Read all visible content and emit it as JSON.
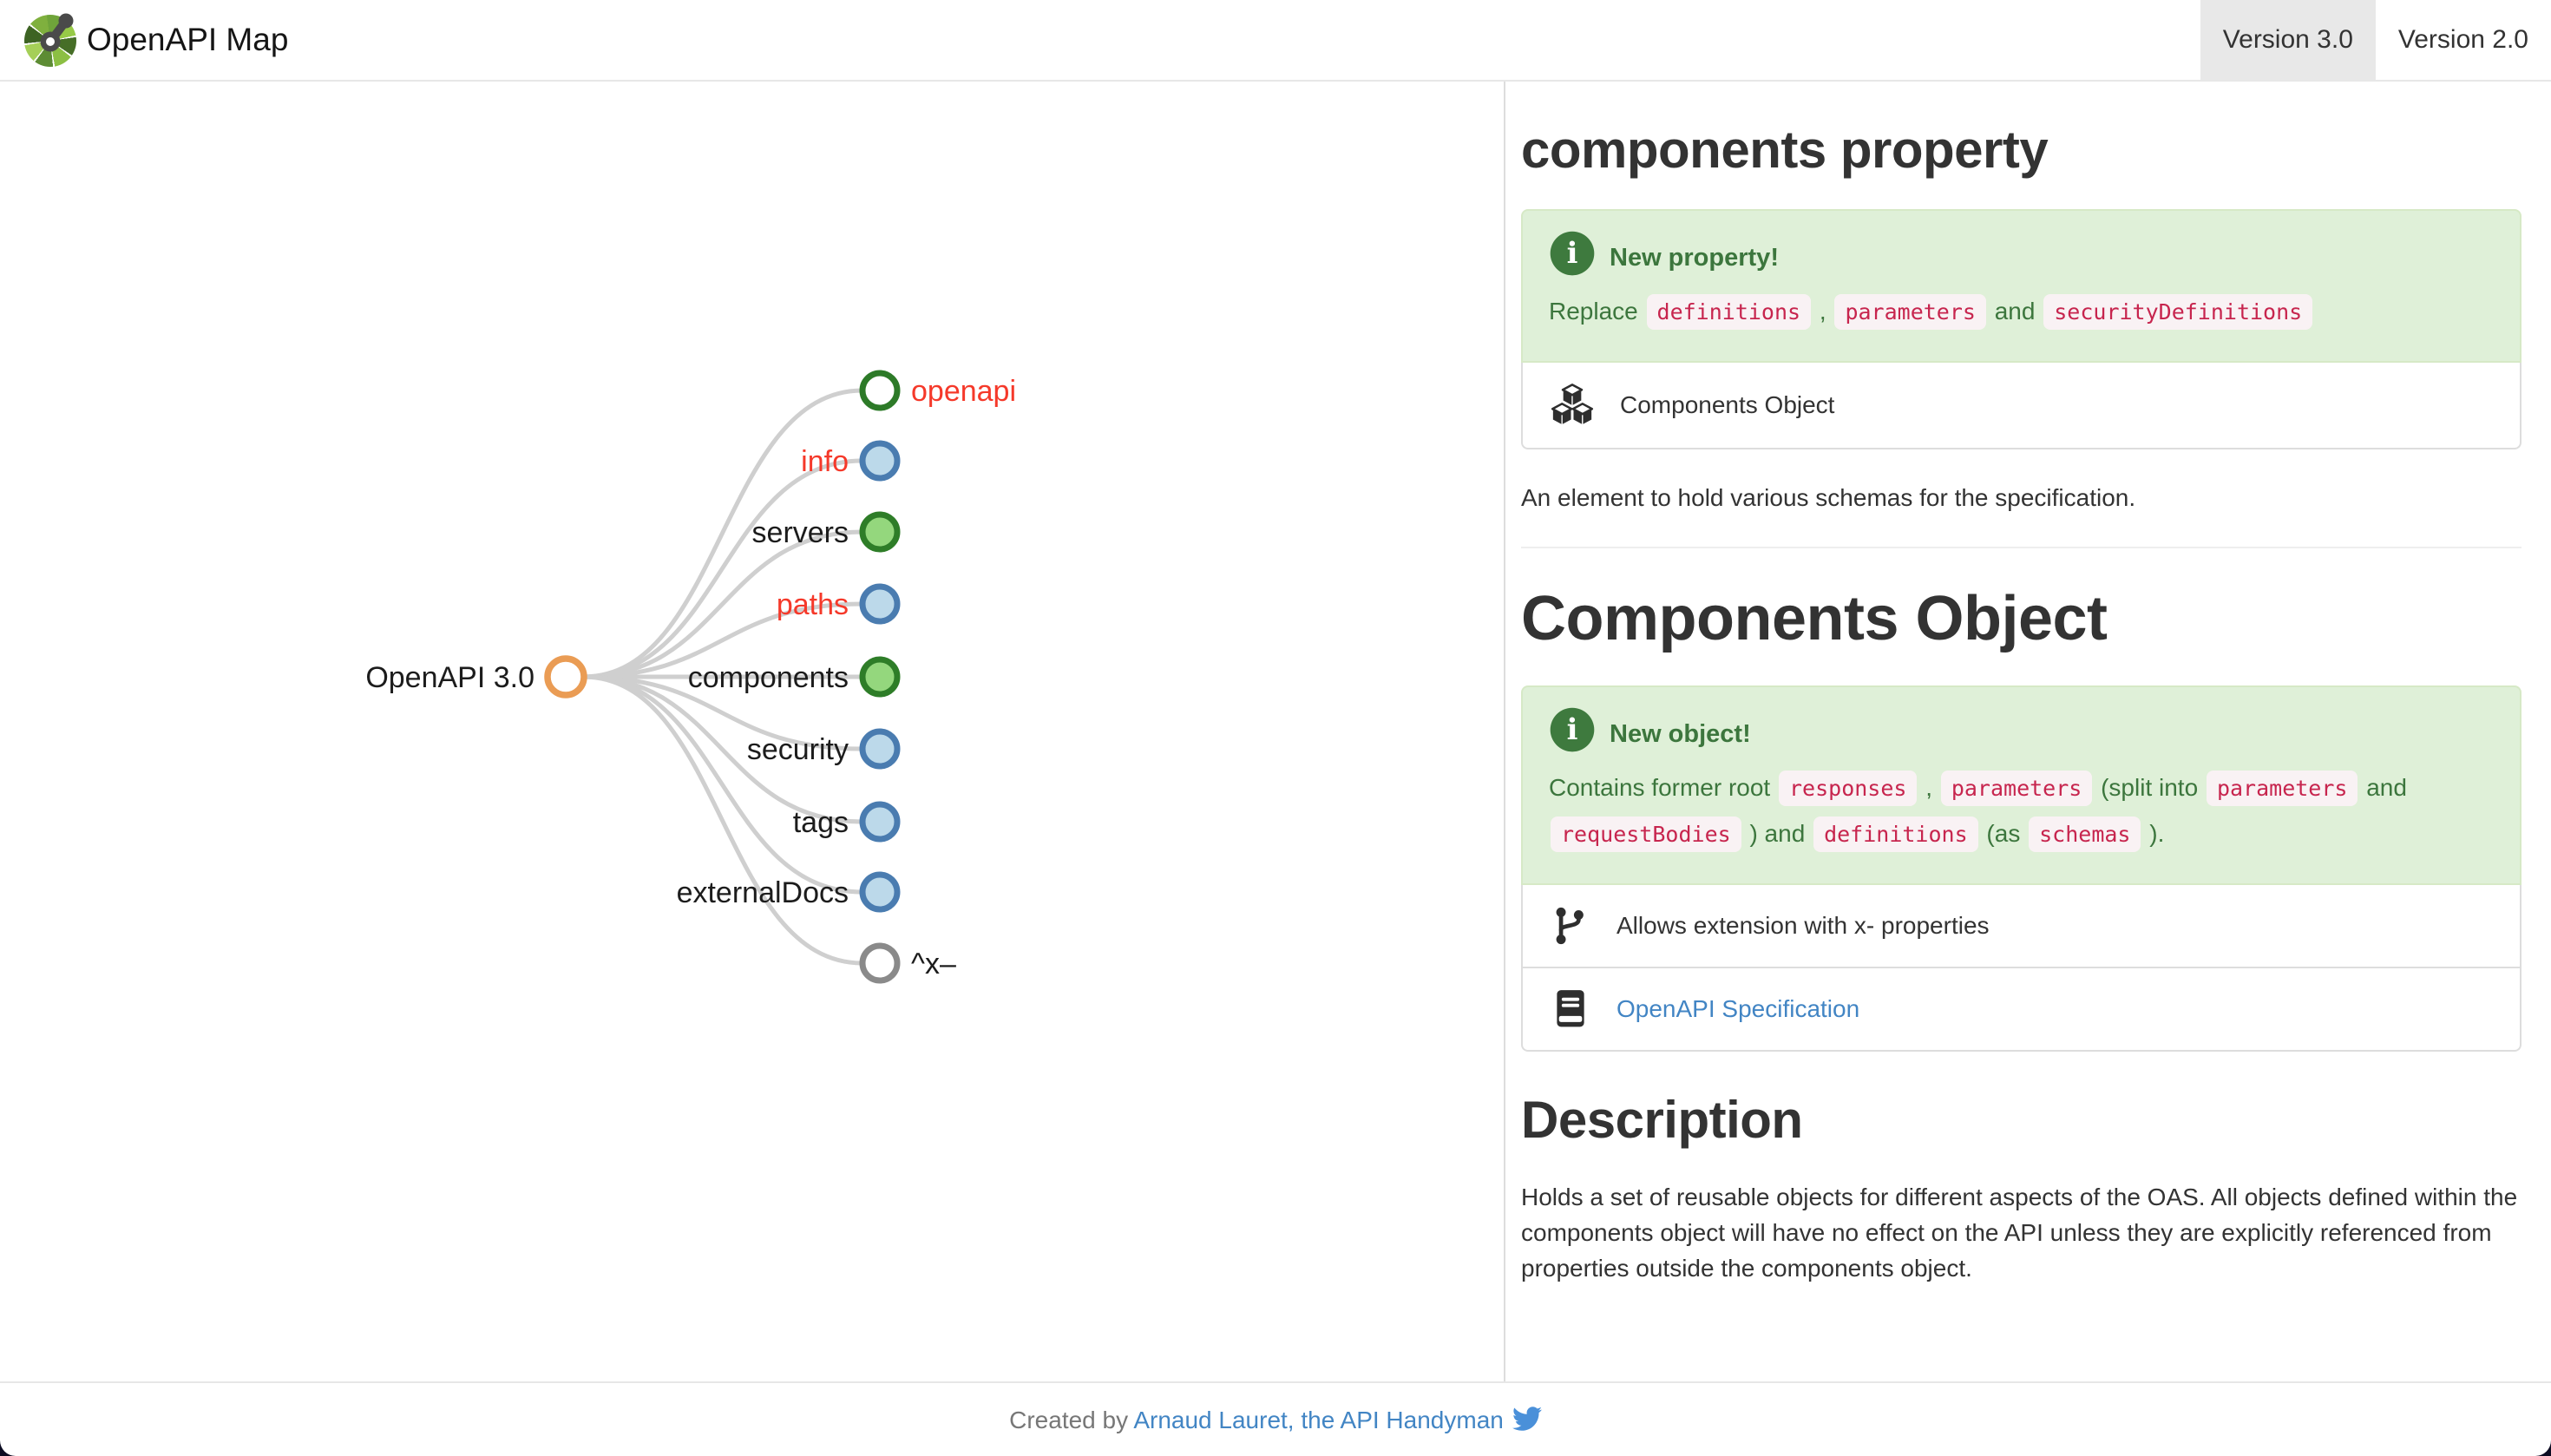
{
  "header": {
    "brand": "OpenAPI Map",
    "tabs": [
      {
        "label": "Version 3.0",
        "active": true
      },
      {
        "label": "Version 2.0",
        "active": false
      }
    ]
  },
  "map": {
    "root": {
      "label": "OpenAPI 3.0",
      "fill": "#ffffff",
      "stroke": "#ea9c54",
      "label_color": "#1c1c1c"
    },
    "nodes": [
      {
        "label": "openapi",
        "required": true,
        "side": "right",
        "fill": "#ffffff",
        "stroke": "#2d7a28",
        "label_color": "#f5392a"
      },
      {
        "label": "info",
        "required": true,
        "side": "left",
        "fill": "#bcd9ea",
        "stroke": "#4a7cb0",
        "label_color": "#f5392a"
      },
      {
        "label": "servers",
        "required": false,
        "side": "left",
        "fill": "#94d77d",
        "stroke": "#2e7d28",
        "label_color": "#1c1c1c"
      },
      {
        "label": "paths",
        "required": true,
        "side": "left",
        "fill": "#bcd9ea",
        "stroke": "#4a7cb0",
        "label_color": "#f5392a"
      },
      {
        "label": "components",
        "required": false,
        "side": "left",
        "fill": "#94d77d",
        "stroke": "#2e7d28",
        "label_color": "#1c1c1c"
      },
      {
        "label": "security",
        "required": false,
        "side": "left",
        "fill": "#bcd9ea",
        "stroke": "#4a7cb0",
        "label_color": "#1c1c1c"
      },
      {
        "label": "tags",
        "required": false,
        "side": "left",
        "fill": "#bcd9ea",
        "stroke": "#4a7cb0",
        "label_color": "#1c1c1c"
      },
      {
        "label": "externalDocs",
        "required": false,
        "side": "left",
        "fill": "#bcd9ea",
        "stroke": "#4a7cb0",
        "label_color": "#1c1c1c"
      },
      {
        "label": "^x–",
        "required": false,
        "side": "right",
        "fill": "#ffffff",
        "stroke": "#8a8a8a",
        "label_color": "#1c1c1c"
      }
    ]
  },
  "panel": {
    "property": {
      "title": "components property",
      "alert": {
        "title": "New property!",
        "parts": [
          {
            "code": false,
            "text": "Replace "
          },
          {
            "code": true,
            "text": "definitions"
          },
          {
            "code": false,
            "text": " , "
          },
          {
            "code": true,
            "text": "parameters"
          },
          {
            "code": false,
            "text": " and "
          },
          {
            "code": true,
            "text": "securityDefinitions"
          }
        ]
      },
      "type_item": {
        "label": "Components Object",
        "icon": "cubes"
      },
      "summary": "An element to hold various schemas for the specification."
    },
    "object": {
      "title": "Components Object",
      "alert": {
        "title": "New object!",
        "parts": [
          {
            "code": false,
            "text": "Contains former root "
          },
          {
            "code": true,
            "text": "responses"
          },
          {
            "code": false,
            "text": " , "
          },
          {
            "code": true,
            "text": "parameters"
          },
          {
            "code": false,
            "text": " (split into "
          },
          {
            "code": true,
            "text": "parameters"
          },
          {
            "code": false,
            "text": " and "
          },
          {
            "code": true,
            "text": "requestBodies"
          },
          {
            "code": false,
            "text": " ) and "
          },
          {
            "code": true,
            "text": "definitions"
          },
          {
            "code": false,
            "text": " (as "
          },
          {
            "code": true,
            "text": "schemas"
          },
          {
            "code": false,
            "text": " )."
          }
        ]
      },
      "items": [
        {
          "label": "Allows extension with x- properties",
          "icon": "code-branch",
          "link": false
        },
        {
          "label": "OpenAPI Specification",
          "icon": "book",
          "link": true
        }
      ],
      "description_title": "Description",
      "description": "Holds a set of reusable objects for different aspects of the OAS. All objects defined within the components object will have no effect on the API unless they are explicitly referenced from properties outside the components object."
    }
  },
  "footer": {
    "created_by": "Created by ",
    "author_link": "Arnaud Lauret, the API Handyman",
    "icon": "twitter-bird"
  },
  "icons": {
    "logo": "openapi-logo",
    "info": "info-circle",
    "components": "cubes",
    "extension": "code-branch",
    "specification": "book",
    "twitter": "twitter-bird"
  },
  "colors": {
    "link_blue": "#4285c4",
    "alert_bg": "#dff0d8",
    "alert_border": "#d6e9c6",
    "alert_text": "#3c763d",
    "code_bg": "#f9f2f4",
    "code_text": "#c7254e",
    "required_red": "#f5392a",
    "root_orange": "#ea9c54",
    "node_blue_fill": "#bcd9ea",
    "node_blue_stroke": "#4a7cb0",
    "node_green_fill": "#94d77d",
    "node_green_stroke": "#2e7d28",
    "edge_gray": "#cfcfcf",
    "tab_active_bg": "#e8e8e8"
  }
}
